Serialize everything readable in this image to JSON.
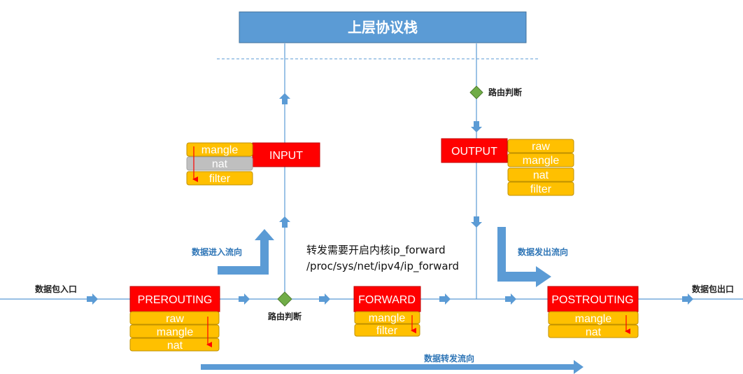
{
  "colors": {
    "chain_fill": "#ff0000",
    "table_fill": "#ffc000",
    "table_disabled_fill": "#bfbfbf",
    "flow_blue": "#5b9bd5",
    "stack_fill": "#5b9bd5",
    "diamond_fill": "#70ad47",
    "order_arrow": "#ff0000"
  },
  "stack": {
    "title": "上层协议栈"
  },
  "chains": {
    "input": "INPUT",
    "output": "OUTPUT",
    "prerouting": "PREROUTING",
    "forward": "FORWARD",
    "postrouting": "POSTROUTING"
  },
  "tables": {
    "input": [
      "mangle",
      "nat",
      "filter"
    ],
    "output": [
      "raw",
      "mangle",
      "nat",
      "filter"
    ],
    "prerouting": [
      "raw",
      "mangle",
      "nat"
    ],
    "forward": [
      "mangle",
      "filter"
    ],
    "postrouting": [
      "mangle",
      "nat"
    ]
  },
  "labels": {
    "packet_in": "数据包入口",
    "packet_out": "数据包出口",
    "routing_decision_bottom": "路由判断",
    "routing_decision_top": "路由判断",
    "inbound_flow": "数据进入流向",
    "outbound_flow": "数据发出流向",
    "forward_flow": "数据转发流向"
  },
  "note": {
    "line1": "转发需要开启内核ip_forward",
    "line2": "/proc/sys/net/ipv4/ip_forward"
  }
}
